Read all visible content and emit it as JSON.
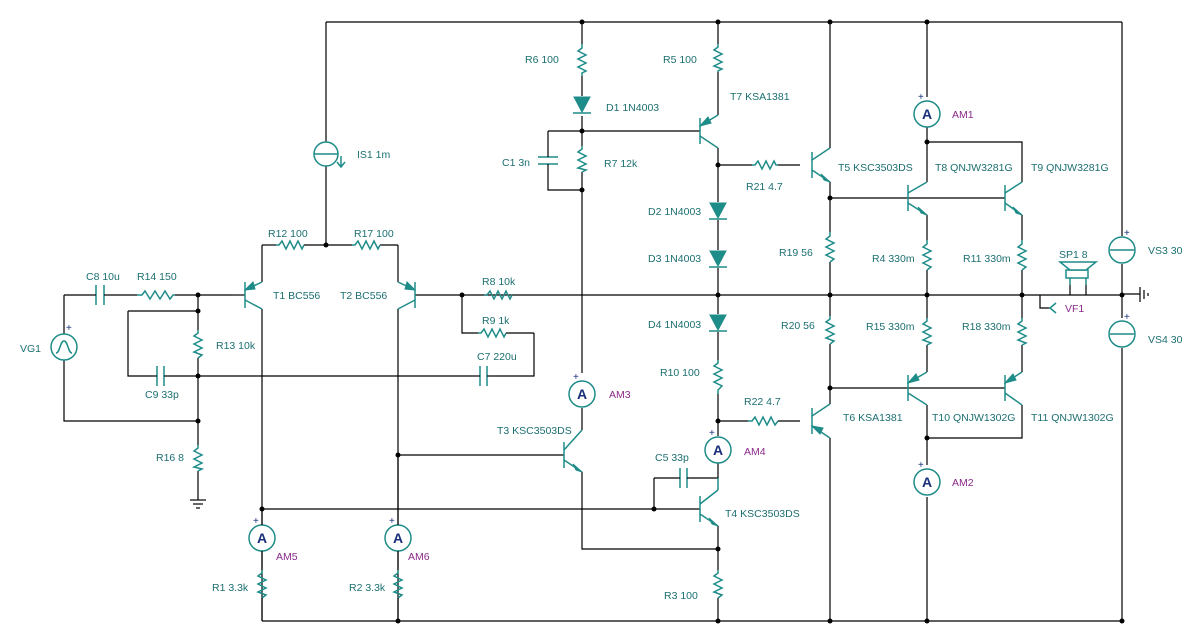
{
  "labels": {
    "r1": "R1 3.3k",
    "r2": "R2 3.3k",
    "r3": "R3 100",
    "r4": "R4 330m",
    "r5": "R5 100",
    "r6": "R6 100",
    "r7": "R7 12k",
    "r8": "R8 10k",
    "r9": "R9 1k",
    "r10": "R10 100",
    "r11": "R11 330m",
    "r12": "R12 100",
    "r13": "R13 10k",
    "r14": "R14 150",
    "r15": "R15 330m",
    "r16": "R16 8",
    "r17": "R17 100",
    "r18": "R18 330m",
    "r19": "R19 56",
    "r20": "R20 56",
    "r21": "R21 4.7",
    "r22": "R22 4.7",
    "c1": "C1 3n",
    "c5": "C5 33p",
    "c7": "C7 220u",
    "c8": "C8 10u",
    "c9": "C9 33p",
    "d1": "D1 1N4003",
    "d2": "D2 1N4003",
    "d3": "D3 1N4003",
    "d4": "D4 1N4003",
    "t1": "T1 BC556",
    "t2": "T2 BC556",
    "t3": "T3 KSC3503DS",
    "t4": "T4 KSC3503DS",
    "t5": "T5 KSC3503DS",
    "t6": "T6 KSA1381",
    "t7": "T7 KSA1381",
    "t8": "T8 QNJW3281G",
    "t9": "T9 QNJW3281G",
    "t10": "T10 QNJW1302G",
    "t11": "T11 QNJW1302G",
    "is1": "IS1 1m",
    "vg1": "VG1",
    "vs3": "VS3 30",
    "vs4": "VS4 30",
    "sp1": "SP1 8",
    "vf1": "VF1",
    "am1": "AM1",
    "am2": "AM2",
    "am3": "AM3",
    "am4": "AM4",
    "am5": "AM5",
    "am6": "AM6"
  },
  "ammeter_symbol": "A",
  "plus_sign": "+"
}
